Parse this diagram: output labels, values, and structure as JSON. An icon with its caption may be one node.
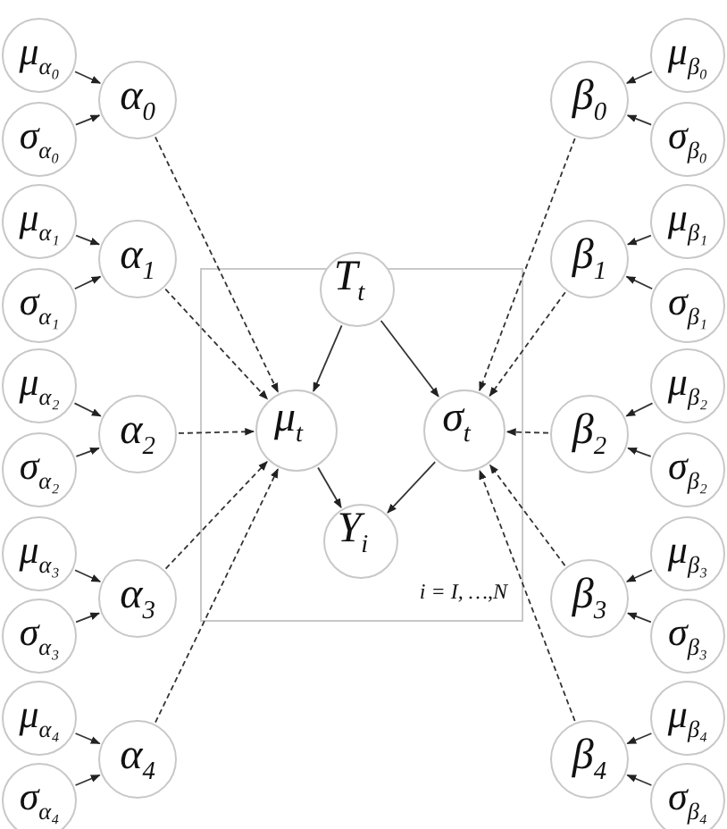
{
  "diagram": {
    "nodes": [
      {
        "text": [
          "i = I, …,N"
        ]
      },
      {
        "text": [
          "T$_{t}$"
        ],
        "in": 0
      },
      {
        "text": [
          "μ$_{t}$"
        ],
        "in": 0
      },
      {
        "text": [
          "σ$_{t}$"
        ],
        "in": 0
      },
      {
        "text": [
          "Y$_{i}$"
        ],
        "in": 0
      },
      {
        "text": [
          "μ$_{α₀}$"
        ]
      },
      {
        "text": [
          "σ$_{α₀}$"
        ]
      },
      {
        "text": [
          "α$_{0}$"
        ]
      },
      {
        "text": [
          "μ$_{α₁}$"
        ]
      },
      {
        "text": [
          "σ$_{α₁}$"
        ]
      },
      {
        "text": [
          "α$_{1}$"
        ]
      },
      {
        "text": [
          "μ$_{α₂}$"
        ]
      },
      {
        "text": [
          "σ$_{α₂}$"
        ]
      },
      {
        "text": [
          "α$_{2}$"
        ]
      },
      {
        "text": [
          "μ$_{α₃}$"
        ]
      },
      {
        "text": [
          "σ$_{α₃}$"
        ]
      },
      {
        "text": [
          "α$_{3}$"
        ]
      },
      {
        "text": [
          "μ$_{α₄}$"
        ]
      },
      {
        "text": [
          "σ$_{α₄}$"
        ]
      },
      {
        "text": [
          "α$_{4}$"
        ]
      },
      {
        "text": [
          "μ$_{β₀}$"
        ]
      },
      {
        "text": [
          "σ$_{β₀}$"
        ]
      },
      {
        "text": [
          "β$_{0}$"
        ]
      },
      {
        "text": [
          "μ$_{β₁}$"
        ]
      },
      {
        "text": [
          "σ$_{β₁}$"
        ]
      },
      {
        "text": [
          "β$_{1}$"
        ]
      },
      {
        "text": [
          "μ$_{β₂}$"
        ]
      },
      {
        "text": [
          "σ$_{β₂}$"
        ]
      },
      {
        "text": [
          "β$_{2}$"
        ]
      },
      {
        "text": [
          "μ$_{β₃}$"
        ]
      },
      {
        "text": [
          "σ$_{β₃}$"
        ]
      },
      {
        "text": [
          "β$_{3}$"
        ]
      },
      {
        "text": [
          "μ$_{β₄}$"
        ]
      },
      {
        "text": [
          "σ$_{β₄}$"
        ]
      },
      {
        "text": [
          "β$_{4}$"
        ]
      }
    ],
    "edges": [
      {
        "from": 1,
        "to": 2,
        "arrow": "to"
      },
      {
        "from": 1,
        "to": 3,
        "arrow": "to"
      },
      {
        "from": 2,
        "to": 4,
        "arrow": "to"
      },
      {
        "from": 3,
        "to": 4,
        "arrow": "to"
      },
      {
        "from": 5,
        "to": 7,
        "arrow": "to"
      },
      {
        "from": 6,
        "to": 7,
        "arrow": "to"
      },
      {
        "from": 7,
        "to": 2,
        "arrow": "to",
        "style": "dashed"
      },
      {
        "from": 8,
        "to": 10,
        "arrow": "to"
      },
      {
        "from": 9,
        "to": 10,
        "arrow": "to"
      },
      {
        "from": 10,
        "to": 2,
        "arrow": "to",
        "style": "dashed"
      },
      {
        "from": 11,
        "to": 13,
        "arrow": "to"
      },
      {
        "from": 12,
        "to": 13,
        "arrow": "to"
      },
      {
        "from": 13,
        "to": 2,
        "arrow": "to",
        "style": "dashed"
      },
      {
        "from": 14,
        "to": 16,
        "arrow": "to"
      },
      {
        "from": 15,
        "to": 16,
        "arrow": "to"
      },
      {
        "from": 16,
        "to": 2,
        "arrow": "to",
        "style": "dashed"
      },
      {
        "from": 17,
        "to": 19,
        "arrow": "to"
      },
      {
        "from": 18,
        "to": 19,
        "arrow": "to"
      },
      {
        "from": 19,
        "to": 2,
        "arrow": "to",
        "style": "dashed"
      },
      {
        "from": 20,
        "to": 22,
        "arrow": "to"
      },
      {
        "from": 21,
        "to": 22,
        "arrow": "to"
      },
      {
        "from": 22,
        "to": 3,
        "arrow": "to",
        "style": "dashed"
      },
      {
        "from": 23,
        "to": 25,
        "arrow": "to"
      },
      {
        "from": 24,
        "to": 25,
        "arrow": "to"
      },
      {
        "from": 25,
        "to": 3,
        "arrow": "to",
        "style": "dashed"
      },
      {
        "from": 26,
        "to": 28,
        "arrow": "to"
      },
      {
        "from": 27,
        "to": 28,
        "arrow": "to"
      },
      {
        "from": 28,
        "to": 3,
        "arrow": "to",
        "style": "dashed"
      },
      {
        "from": 29,
        "to": 31,
        "arrow": "to"
      },
      {
        "from": 30,
        "to": 31,
        "arrow": "to"
      },
      {
        "from": 31,
        "to": 3,
        "arrow": "to",
        "style": "dashed"
      },
      {
        "from": 32,
        "to": 34,
        "arrow": "to"
      },
      {
        "from": 33,
        "to": 34,
        "arrow": "to"
      },
      {
        "from": 34,
        "to": 3,
        "arrow": "to",
        "style": "dashed"
      }
    ]
  }
}
